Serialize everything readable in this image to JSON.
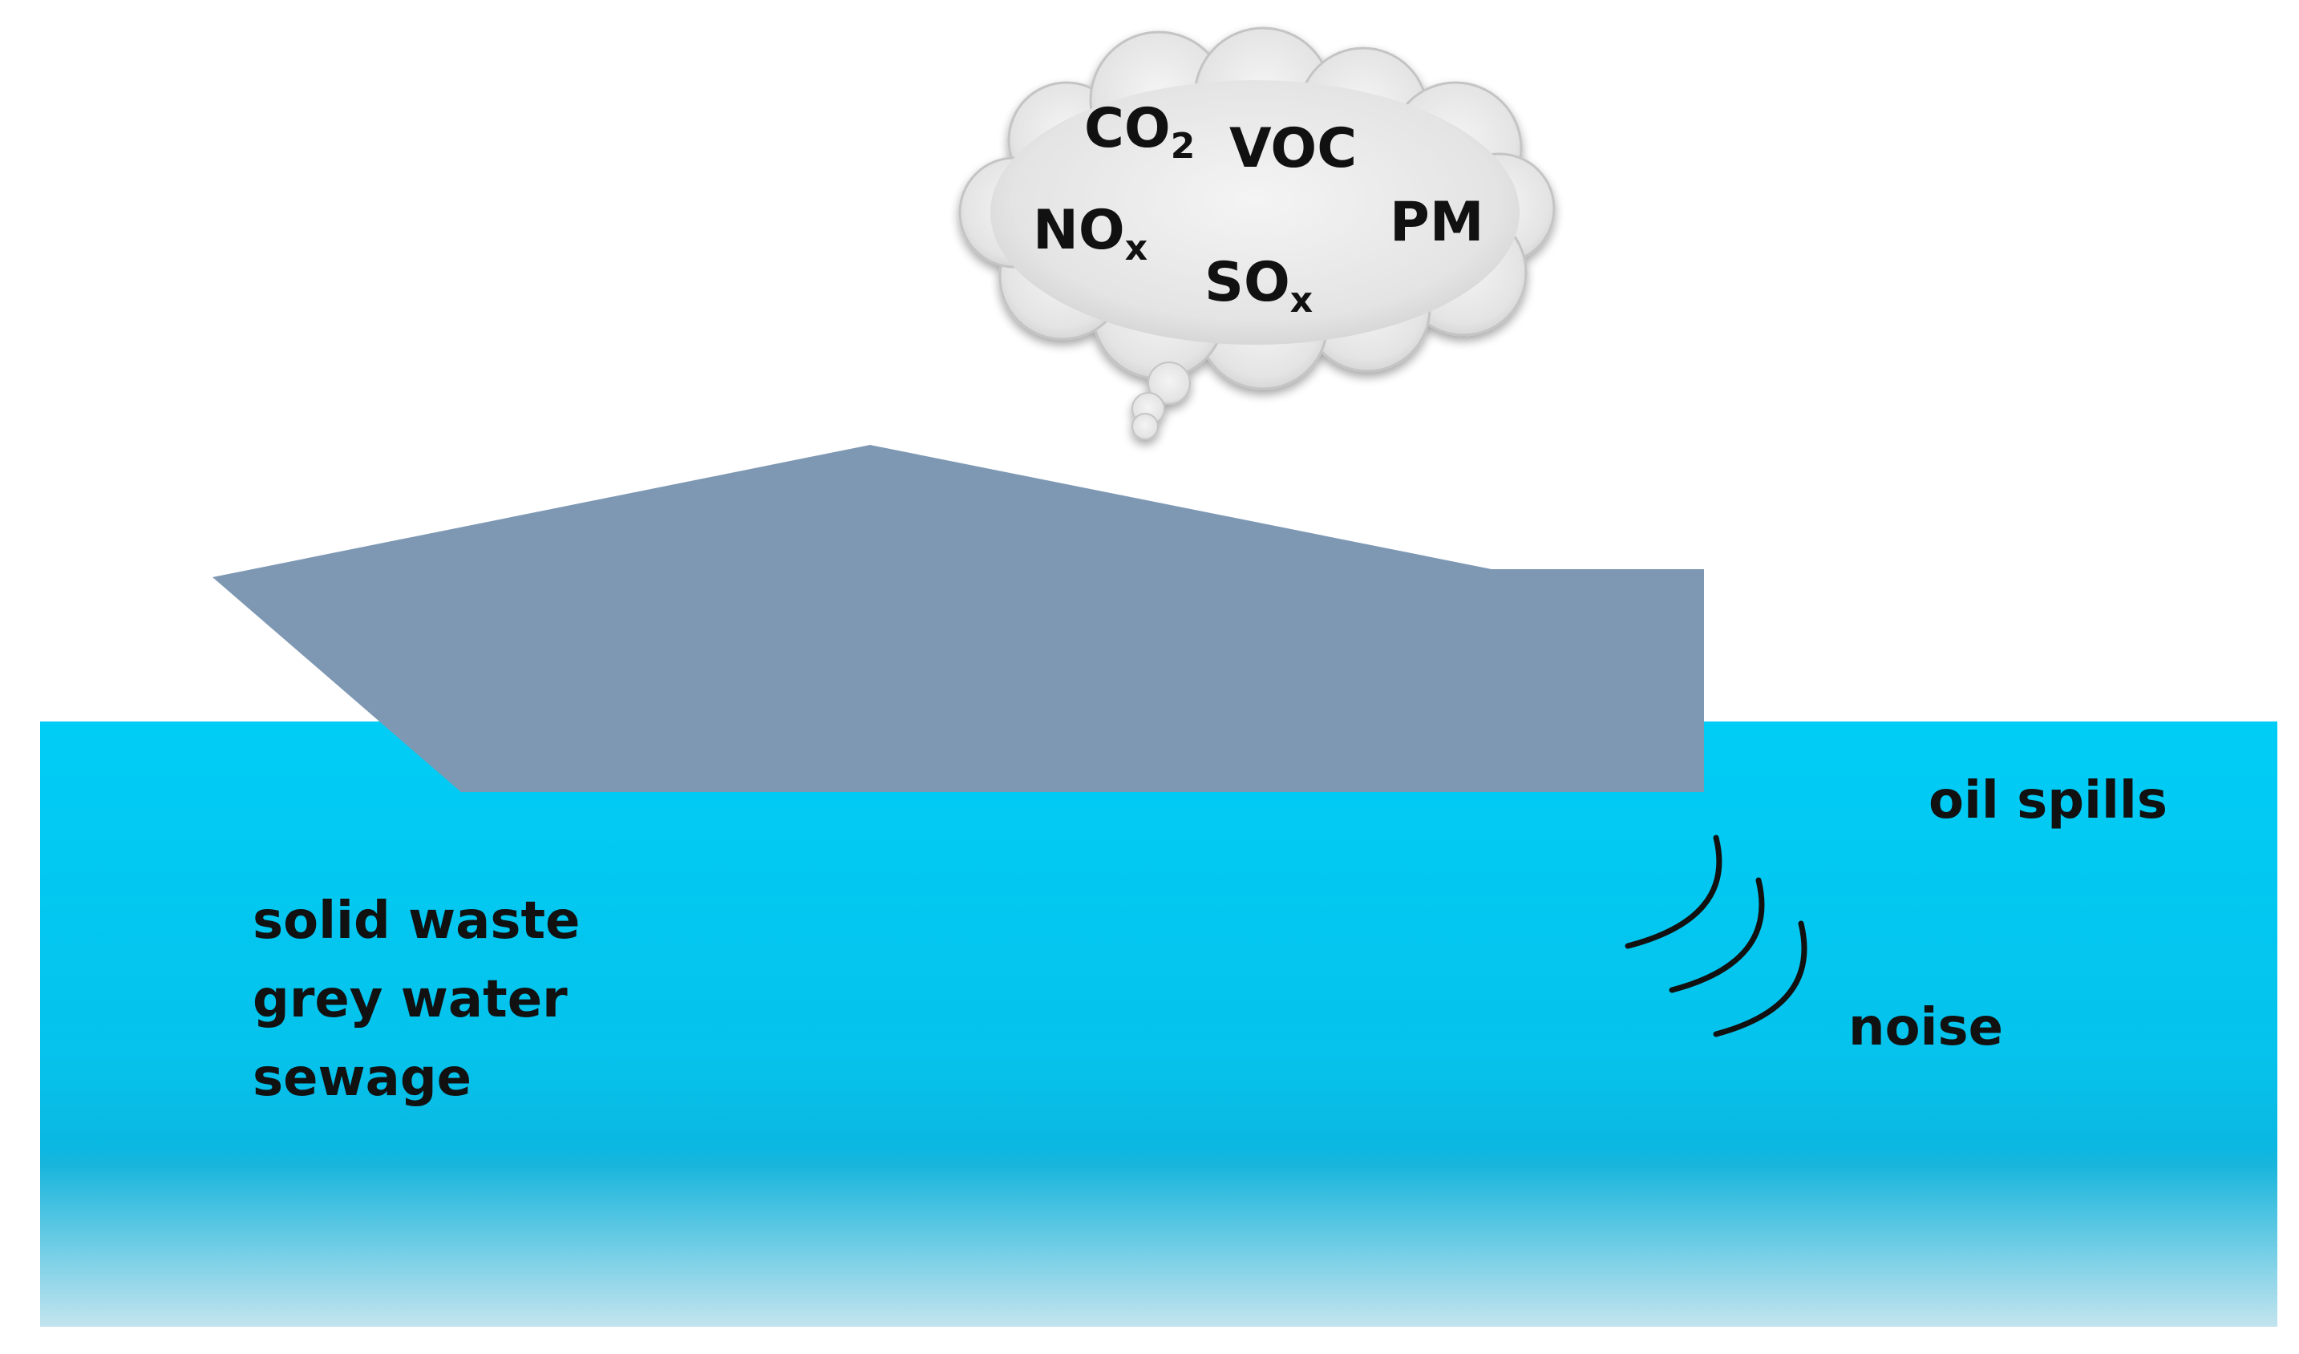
{
  "colors": {
    "background": "#ffffff",
    "water_top": "#00cdf6",
    "water_mid": "#0ab8e2",
    "water_deep": "#bfe3ee",
    "ship": "#7e98b3",
    "cloud_fill": "#e8e8e8",
    "cloud_shade": "#b8b8b8",
    "text": "#111111"
  },
  "cloud": {
    "emissions": [
      {
        "main": "CO",
        "sub": "2"
      },
      {
        "main": "VOC",
        "sub": ""
      },
      {
        "main": "NO",
        "sub": "x"
      },
      {
        "main": "PM",
        "sub": ""
      },
      {
        "main": "SO",
        "sub": "x"
      }
    ]
  },
  "water": {
    "discharges": [
      "solid waste",
      "grey water",
      "sewage"
    ],
    "oil_label": "oil spills",
    "noise_label": "noise"
  },
  "icons": {
    "noise": "sound-waves-icon",
    "cloud": "cloud-icon"
  }
}
